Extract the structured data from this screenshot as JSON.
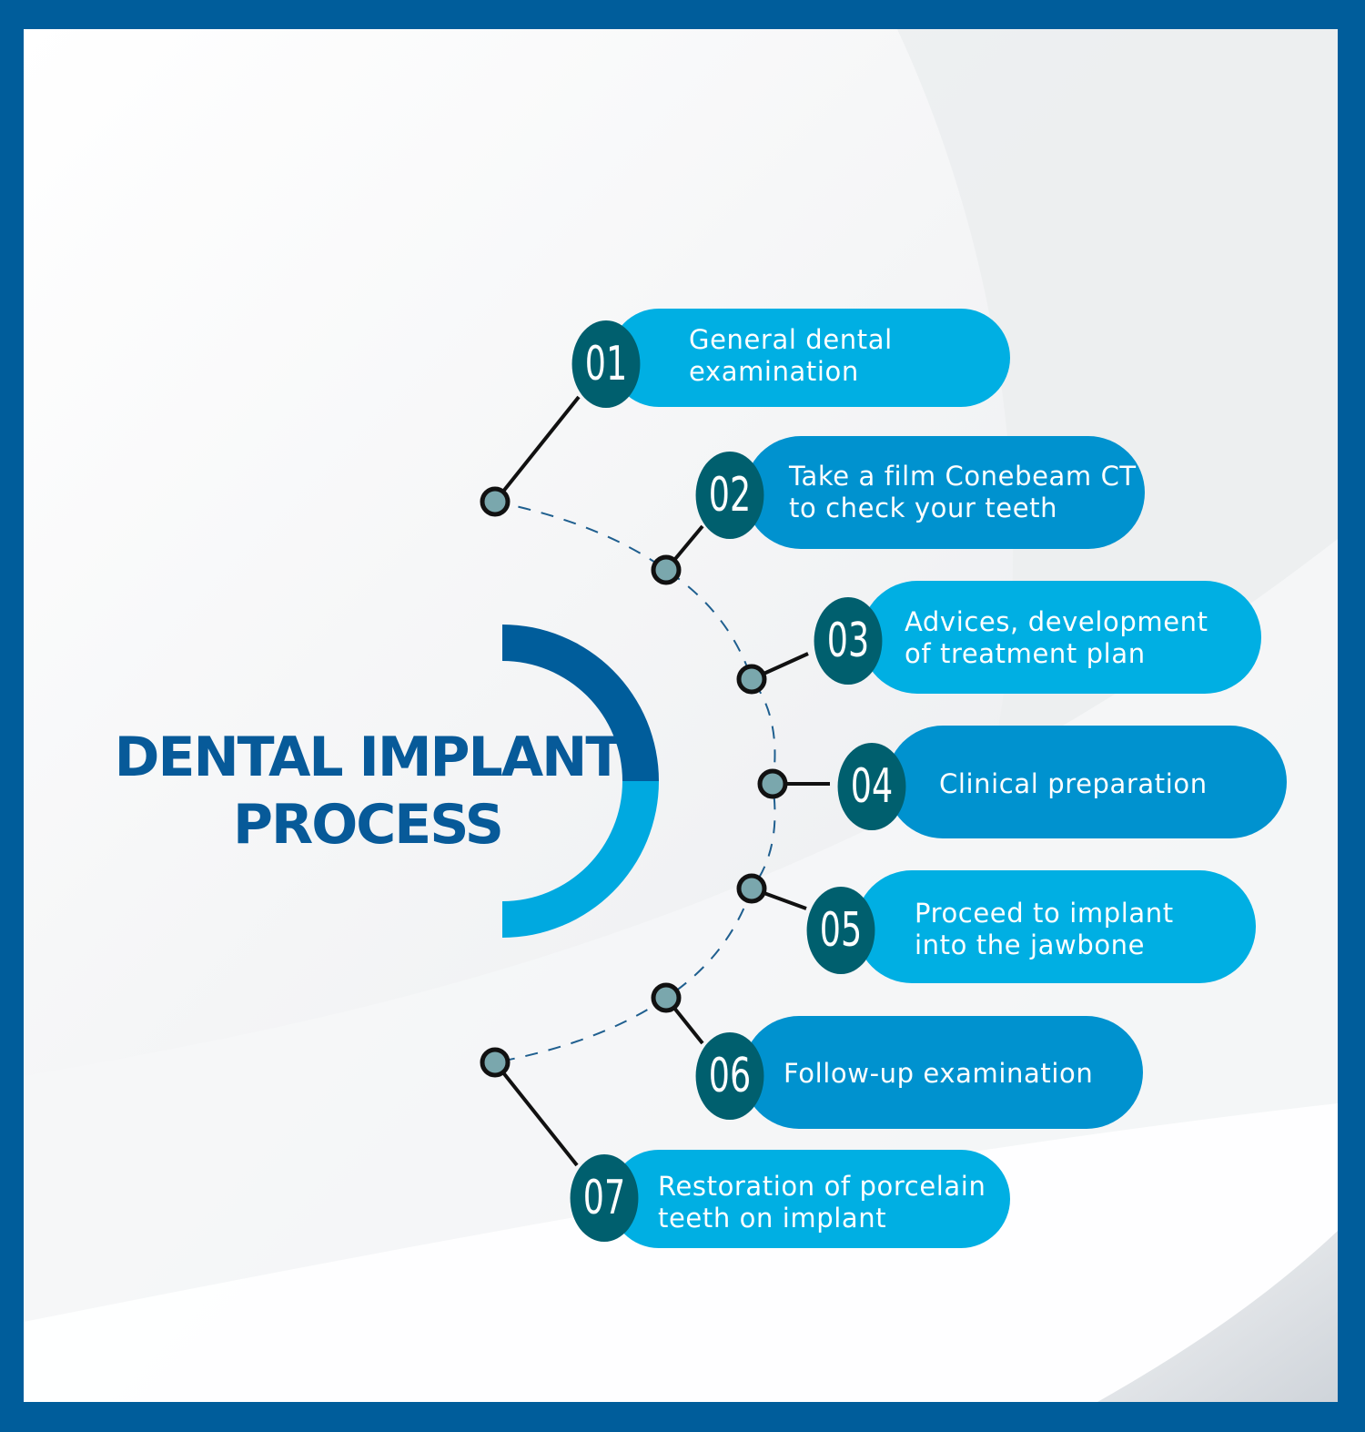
{
  "title": {
    "line1": "DENTAL IMPLANT",
    "line2": "PROCESS"
  },
  "colors": {
    "frame": "#005d9b",
    "title": "#075a99",
    "arc_dark": "#005d9b",
    "arc_light": "#00a9e0",
    "pill_light": "#00afe3",
    "pill_dark": "#0092cf",
    "badge": "#005f6e",
    "node_fill": "#7aa7ad",
    "connector": "#111111"
  },
  "steps": [
    {
      "number": "01",
      "text": "General dental\nexamination"
    },
    {
      "number": "02",
      "text": "Take a film Conebeam CT\n to check your teeth"
    },
    {
      "number": "03",
      "text": "Advices, development\n of treatment plan"
    },
    {
      "number": "04",
      "text": "Clinical preparation"
    },
    {
      "number": "05",
      "text": "Proceed to implant\n into the jawbone"
    },
    {
      "number": "06",
      "text": "Follow-up examination"
    },
    {
      "number": "07",
      "text": "Restoration of porcelain\n teeth on implant"
    }
  ]
}
